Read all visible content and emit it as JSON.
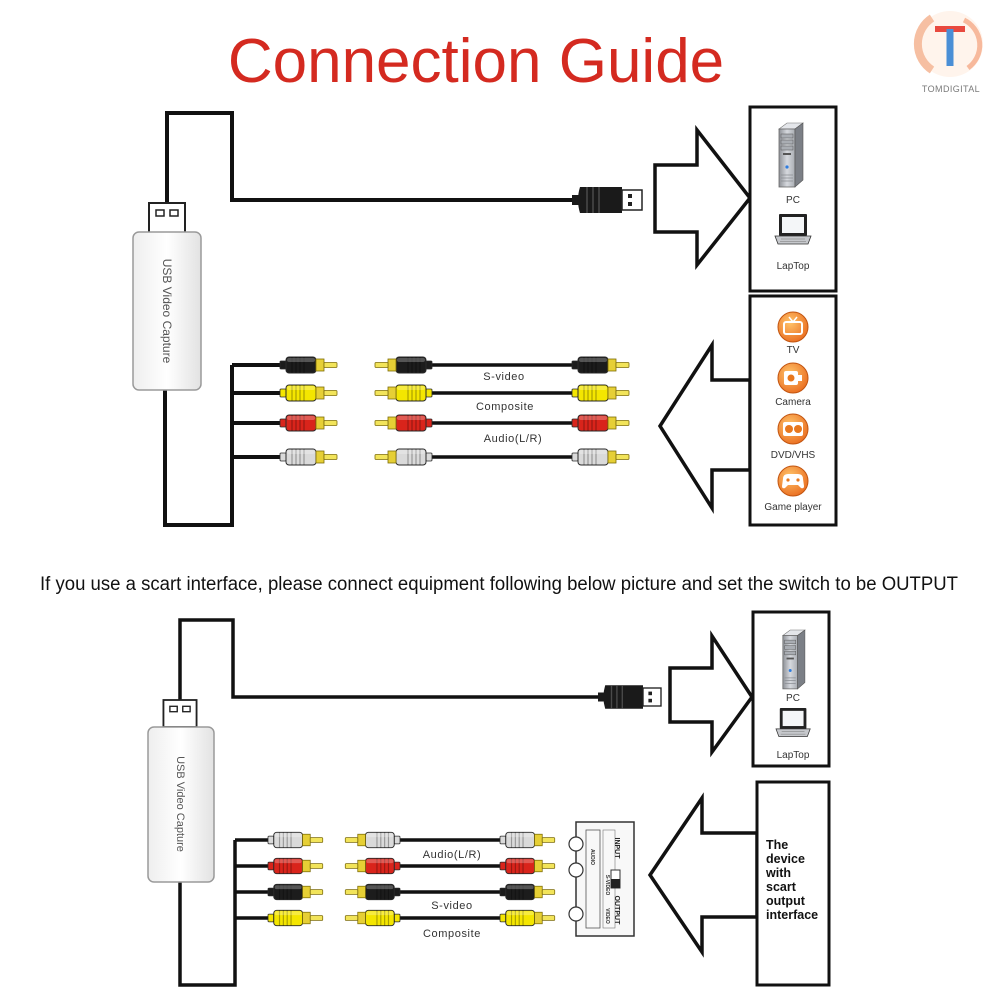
{
  "title": "Connection Guide",
  "logo": {
    "text": "TOMDIGITAL"
  },
  "top_diagram": {
    "device_label": "USB Video Capture",
    "computer_box": {
      "pc": "PC",
      "laptop": "LapTop"
    },
    "source_box": {
      "tv": "TV",
      "camera": "Camera",
      "dvd": "DVD/VHS",
      "game": "Game player"
    },
    "cable_labels": {
      "svideo": "S-video",
      "composite": "Composite",
      "audio": "Audio(L/R)"
    }
  },
  "instruction": "If you use a scart interface, please connect equipment following below picture and set the switch to be OUTPUT",
  "bottom_diagram": {
    "device_label": "USB Video Capture",
    "computer_box": {
      "pc": "PC",
      "laptop": "LapTop"
    },
    "cable_labels": {
      "audio": "Audio(L/R)",
      "svideo": "S-video",
      "composite": "Composite"
    },
    "scart_adapter": {
      "input": "INPUT",
      "output": "OUTPUT",
      "audio": "AUDIO",
      "svideo": "S-VIDEO",
      "video": "VIDEO"
    },
    "scart_device_lines": [
      "The",
      "device",
      "with",
      "scart",
      "output",
      "interface"
    ]
  },
  "colors": {
    "title_red": "#d42a20",
    "plug_black": "#1c1c1c",
    "plug_yellow": "#f4e600",
    "plug_red": "#d9241b",
    "plug_white": "#dadada",
    "icon_orange": "#e8661a"
  }
}
